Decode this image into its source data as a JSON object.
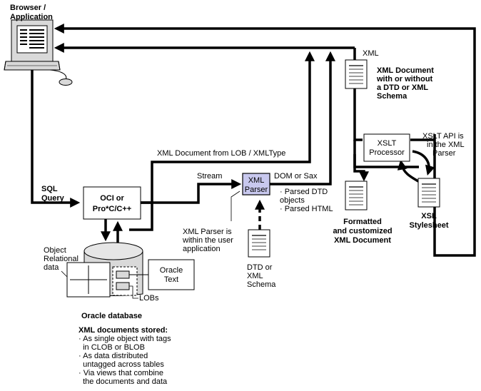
{
  "labels": {
    "browser_app": [
      "Browser /",
      "Application"
    ],
    "sql_query": [
      "SQL",
      "Query"
    ],
    "oci": [
      "OCI or",
      "Pro*C/C++"
    ],
    "xml_doc_from_lob": "XML Document from LOB / XMLType",
    "stream": "Stream",
    "xml_parser": [
      "XML",
      "Parser"
    ],
    "dom_or_sax": "DOM or Sax",
    "parsed_outputs": [
      "· Parsed DTD",
      "  objects",
      "· Parsed HTML"
    ],
    "xml_label": "XML",
    "xml_doc_desc": [
      "XML Document",
      "with or without",
      "a DTD or XML",
      "Schema"
    ],
    "xslt_processor": [
      "XSLT",
      "Processor"
    ],
    "xslt_api": [
      "XSLT API is",
      "in the XML",
      "Parser"
    ],
    "formatted_doc": [
      "Formatted",
      "and customized",
      "XML Document"
    ],
    "xsl_stylesheet": [
      "XSL",
      "Stylesheet"
    ],
    "parser_within": [
      "XML Parser is",
      "within the user",
      "application"
    ],
    "dtd_schema": [
      "DTD or",
      "XML",
      "Schema"
    ],
    "object_relational": [
      "Object",
      "Relational",
      "data"
    ],
    "oracle_text": [
      "Oracle",
      "Text"
    ],
    "lobs": "LOBs",
    "oracle_database": "Oracle database",
    "stored_title": "XML documents stored:",
    "stored_items": [
      "· As single object with tags",
      "  in CLOB or BLOB",
      "· As data distributed",
      "  untagged across tables",
      "· Via views that combine",
      "  the documents and data"
    ]
  },
  "colors": {
    "parser_fill": "#c8c8ee",
    "stroke": "#000000",
    "monitor_screen": "#ffffff"
  },
  "icons": [
    "computer-icon",
    "document-icon",
    "database-icon"
  ]
}
